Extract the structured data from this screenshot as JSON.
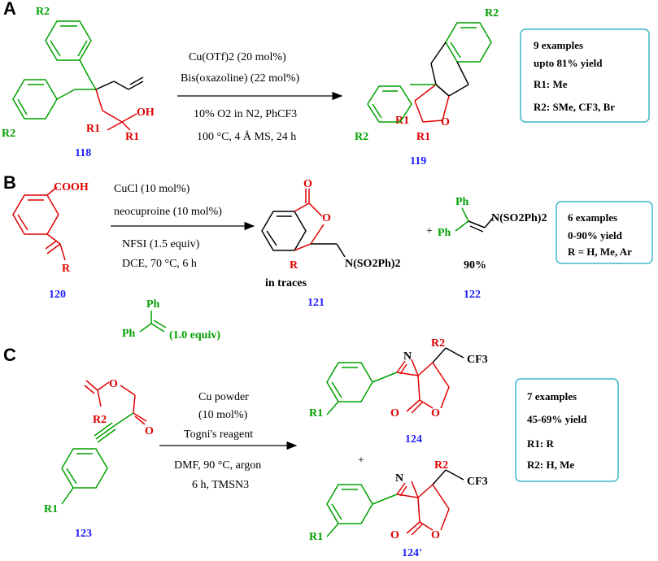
{
  "panels": [
    {
      "label": "A",
      "substrate": "118",
      "product": "119",
      "conditions": [
        "Cu(OTf)2 (20 mol%)",
        "Bis(oxazoline) (22 mol%)",
        "10% O2 in N2, PhCF3",
        "100 °C, 4 Å MS, 24 h"
      ],
      "box": [
        "9 examples",
        "upto 81% yield",
        "R1: Me",
        "R2: SMe, CF3, Br"
      ]
    },
    {
      "label": "B",
      "substrate": "120",
      "product1": "121",
      "product2": "122",
      "product1_note": "in traces",
      "product2_note": "90%",
      "conditions": [
        "CuCl (10 mol%)",
        "neocuproine (10 mol%)",
        "NFSI (1.5 equiv)",
        "DCE, 70 °C, 6 h"
      ],
      "reagent_note": "(1.0 equiv)",
      "plus": "+",
      "box": [
        "6 examples",
        "0-90% yield",
        "R = H, Me, Ar"
      ]
    },
    {
      "label": "C",
      "substrate": "123",
      "product1": "124",
      "product2": "124'",
      "conditions": [
        "Cu powder",
        "(10 mol%)",
        "Togni's reagent",
        "DMF, 90 °C, argon",
        "6 h, TMSN3"
      ],
      "plus": "+",
      "box": [
        "7 examples",
        "45-69% yield",
        "R1: R",
        "R2: H, Me"
      ]
    }
  ],
  "atoms": {
    "oh": "OH",
    "o": "O",
    "r": "R",
    "n": "N",
    "ph": "Ph",
    "cooh": "COOH",
    "nso2ph2": "N(SO2Ph)2",
    "cf3": "CF3",
    "r1": "R1",
    "r2": "R2"
  },
  "colors": {
    "green": "#00a000",
    "red": "#e00000",
    "blue": "#1a1aff",
    "box_border": "#3ab7c8"
  }
}
